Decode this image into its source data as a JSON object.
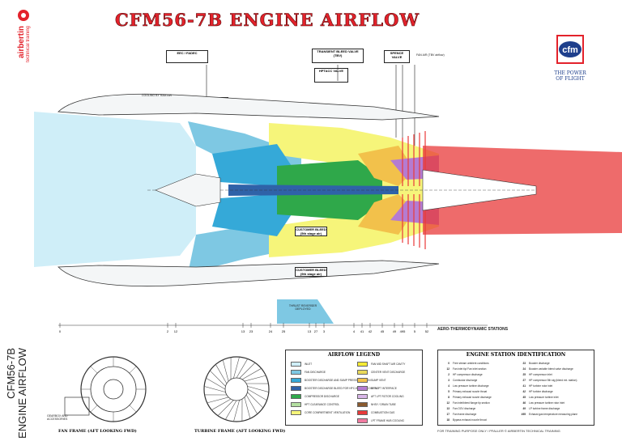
{
  "title": "CFM56-7B ENGINE AIRFLOW",
  "brand": {
    "name": "airbertin",
    "sub": "technical training"
  },
  "sidebar": {
    "line1": "CFM56-7B",
    "line2": "ENGINE AIRFLOW"
  },
  "cfm": {
    "logo": "cfm",
    "tagline1": "THE POWER",
    "tagline2": "OF FLIGHT"
  },
  "boxes": {
    "eec": "EEC / FADEC",
    "tbv": "TRANSIENT BLEED VALVE (TBV)",
    "vbv": "SPENCE VALVE",
    "fan_air": "FAN AIR (TBV airflow)",
    "hpt": "HPTACC VALVE",
    "customer_bleed1": "CUSTOMER BLEED (5th stage air)",
    "customer_bleed2": "CUSTOMER BLEED (9th stage air)",
    "thrust_reverser": "THRUST REVERSER DEPLOYED",
    "eec_small": "EEC",
    "cooling": "COOLING BY RAM AIR"
  },
  "stations_label": "AERO-THERMODYNAMIC STATIONS",
  "stations": [
    "0",
    "2",
    "12",
    "13",
    "23",
    "24",
    "25",
    "13",
    "27",
    "3",
    "4",
    "41",
    "42",
    "45",
    "49",
    "495",
    "5",
    "52"
  ],
  "fan_frame": "FAN FRAME (AFT LOOKING FWD)",
  "turbine_frame": "TURBINE FRAME (AFT LOOKING FWD)",
  "gearbox": "GEARBOX AND ACCESSORIES",
  "legend": {
    "title": "AIRFLOW LEGEND",
    "items": [
      {
        "label": "INLET",
        "color": "#cfeef8"
      },
      {
        "label": "FAN DISCHARGE",
        "color": "#7ec8e3"
      },
      {
        "label": "BOOSTER DISCHARGE AND SUMP PRESSURIZATION",
        "color": "#35a9d8"
      },
      {
        "label": "BOOSTER DISCHARGE BLEED FOR HPC-HPT LPT COOLING",
        "color": "#2f62a8"
      },
      {
        "label": "COMPRESSOR DISCHARGE",
        "color": "#2fa84a"
      },
      {
        "label": "HPT CLEARANCE CONTROL",
        "color": "#b3dfa0"
      },
      {
        "label": "CORE COMPARTMENT VENTILATION",
        "color": "#f6f57a"
      },
      {
        "label": "FAN MID SHAFT AIR CAVITY",
        "color": "#f5ea34"
      },
      {
        "label": "CENTER VENT DISCHARGE",
        "color": "#e9d95a"
      },
      {
        "label": "SUMP VENT",
        "color": "#f2c14b"
      },
      {
        "label": "HPT-LPT INTERFACE",
        "color": "#b57bd1"
      },
      {
        "label": "AFT LPT ROTOR COOLING",
        "color": "#d9b6e8"
      },
      {
        "label": "NHSY / DRAIN TUBE",
        "color": "#8a5a2e"
      },
      {
        "label": "COMBUSTION GAS",
        "color": "#e83a3a"
      },
      {
        "label": "LPT FRAME HUB COOLING",
        "color": "#f07aa0"
      }
    ]
  },
  "station_id": {
    "title": "ENGINE STATION IDENTIFICATION",
    "left": [
      {
        "n": "0",
        "t": "Free stream ambient conditions"
      },
      {
        "n": "12",
        "t": "Fan inlet tip/ Fan inlet section"
      },
      {
        "n": "2",
        "t": "HP compressor discharge"
      },
      {
        "n": "3",
        "t": "Combustor discharge"
      },
      {
        "n": "4",
        "t": "Low pressure turbine discharge"
      },
      {
        "n": "5",
        "t": "Primary exhaust nozzle throat"
      },
      {
        "n": "8",
        "t": "Primary exhaust nozzle discharge"
      },
      {
        "n": "12",
        "t": "Fan inlet/bleed flange tip section"
      },
      {
        "n": "13",
        "t": "Fan OGV discharge"
      },
      {
        "n": "17",
        "t": "Fan frame discharge"
      },
      {
        "n": "18",
        "t": "Bypass exhaust nozzle throat"
      }
    ],
    "right": [
      {
        "n": "23",
        "t": "Booster discharge"
      },
      {
        "n": "24",
        "t": "Booster variable bleed valve discharge"
      },
      {
        "n": "25",
        "t": "HP compressor inlet"
      },
      {
        "n": "27",
        "t": "HP compressor 5th stg (bleed ext. station)"
      },
      {
        "n": "41",
        "t": "HP turbine rotor inlet"
      },
      {
        "n": "42",
        "t": "HP turbine discharge"
      },
      {
        "n": "45",
        "t": "Low pressure turbine inlet"
      },
      {
        "n": "46",
        "t": "Low pressure turbine rotor inlet"
      },
      {
        "n": "49",
        "t": "LP turbine frame discharge"
      },
      {
        "n": "495",
        "t": "Exhaust gas temperature measuring plane"
      }
    ]
  },
  "footer": "FOR TRAINING PURPOSE ONLY / PFALLER © AIRBERTIN TECHNICAL TRAINING"
}
